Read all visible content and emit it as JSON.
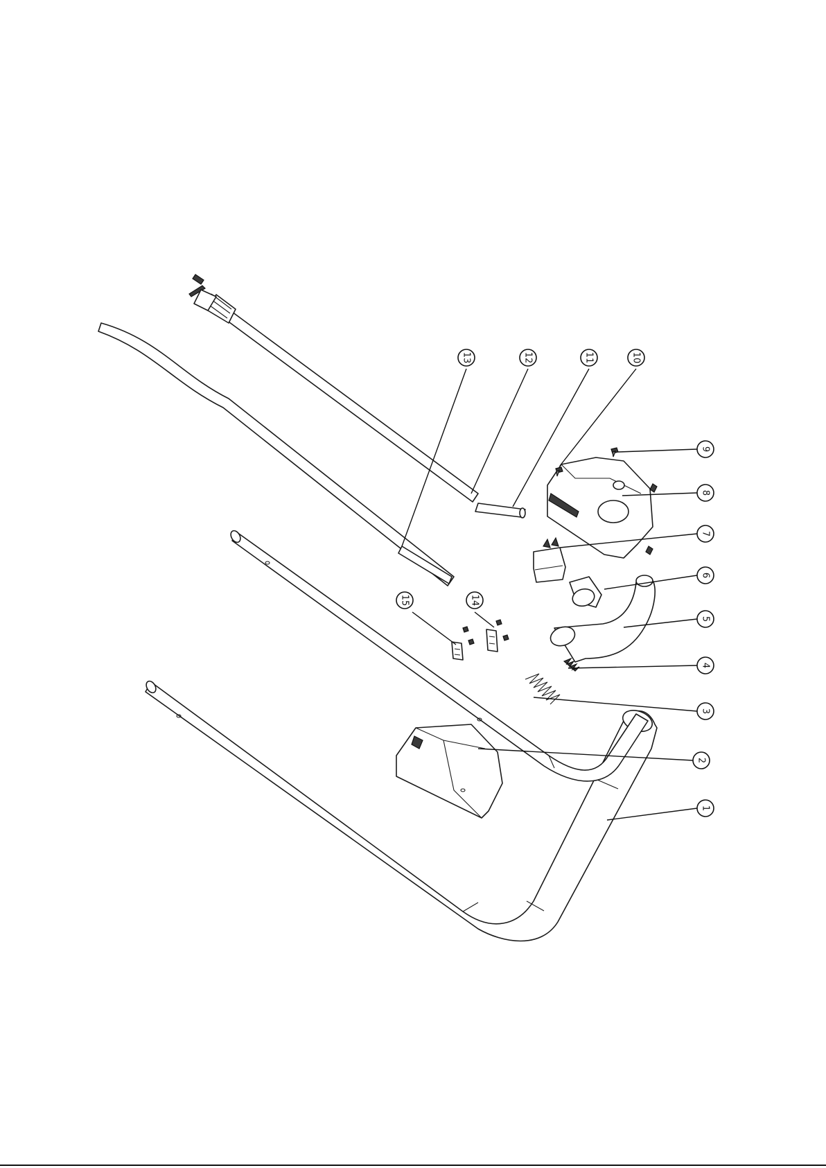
{
  "diagram": {
    "type": "exploded-parts-view",
    "callouts": [
      "1",
      "2",
      "3",
      "4",
      "5",
      "6",
      "7",
      "8",
      "9",
      "10",
      "11",
      "12",
      "13",
      "14",
      "15"
    ],
    "colors": {
      "line": "#1a1a1a",
      "background": "#ffffff"
    }
  }
}
